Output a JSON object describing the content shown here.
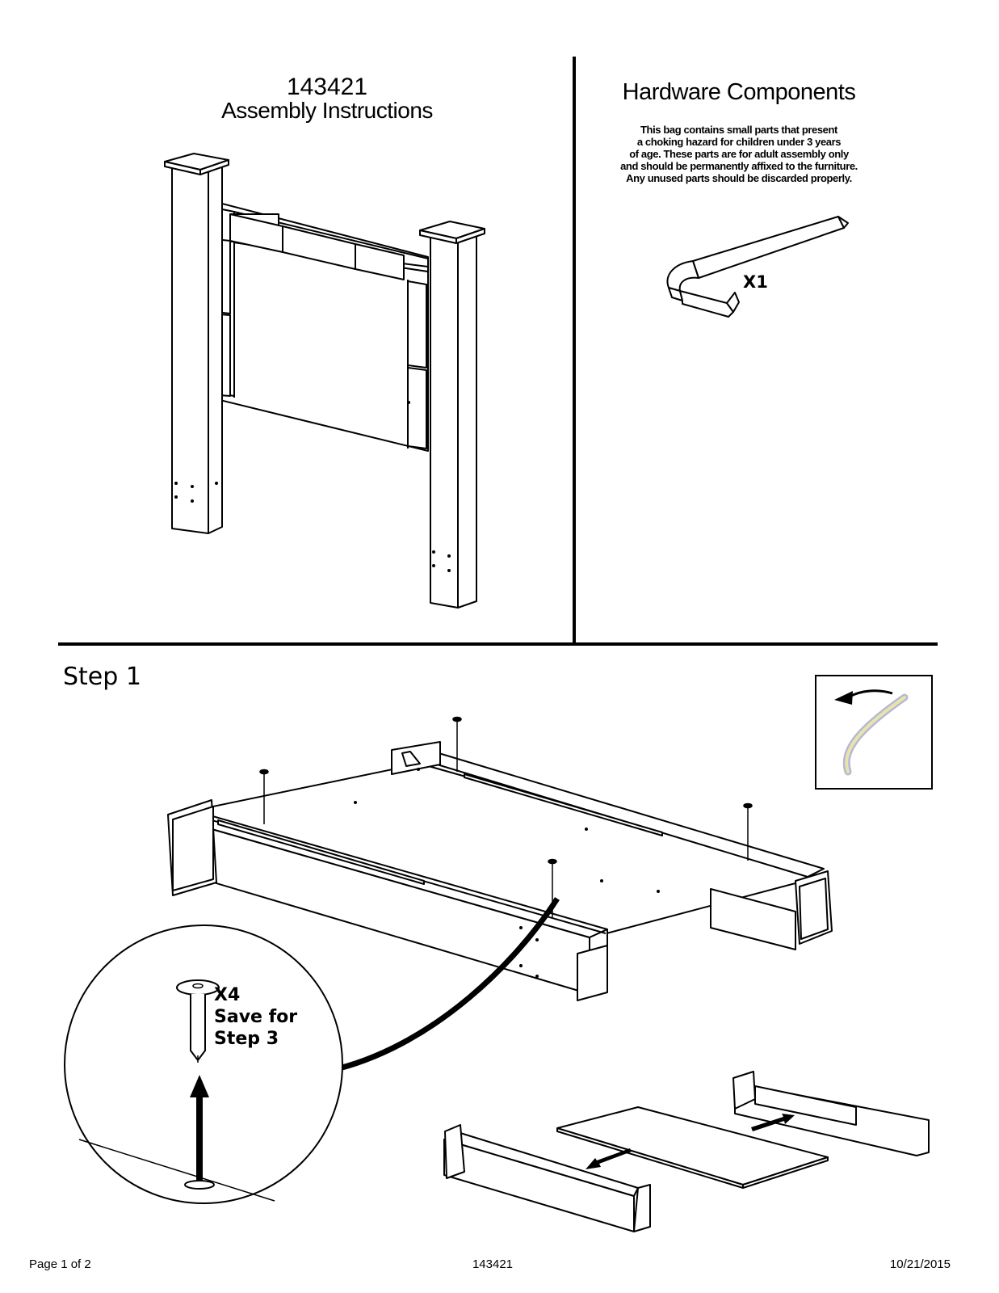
{
  "header": {
    "model_number": "143421",
    "subtitle": "Assembly Instructions"
  },
  "hardware": {
    "title": "Hardware Components",
    "warning_lines": [
      "This bag contains small parts that present",
      "a choking hazard for children under 3 years",
      "of age. These parts are for adult assembly only",
      "and should be permanently affixed to the furniture.",
      "Any unused parts should be discarded properly."
    ],
    "allen_wrench_qty": "X1"
  },
  "step1": {
    "title": "Step 1",
    "detail_qty": "X4",
    "detail_note_line1": "Save for",
    "detail_note_line2": "Step 3"
  },
  "footer": {
    "page": "Page 1 of 2",
    "model": "143421",
    "date": "10/21/2015"
  }
}
